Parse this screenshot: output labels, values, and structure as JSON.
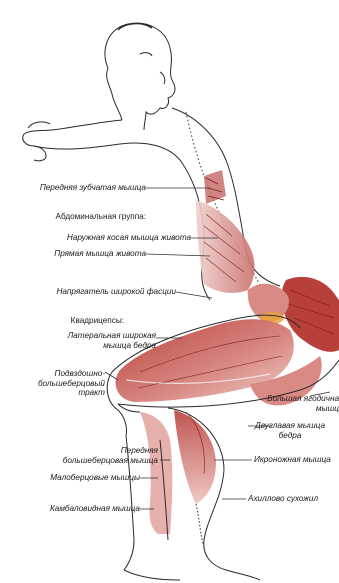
{
  "labels": {
    "serratus": "Передняя зубчатая мышца",
    "abdominal_group": "Абдоминальная группа:",
    "external_oblique": "Наружная косая мышца живота",
    "rectus_abdominis": "Прямая мышца живота",
    "tfl": "Напрягатель широкой фасции",
    "quadriceps": "Квадрицепсы:",
    "vastus_lateralis_1": "Латеральная широкая",
    "vastus_lateralis_2": "мышца бедра",
    "it_tract_1": "Подвздошно-",
    "it_tract_2": "большеберцовый",
    "it_tract_3": "тракт",
    "gluteus_max_1": "Большая ягодична",
    "gluteus_max_2": "мышц",
    "biceps_femoris_1": "Двуглавая мышца",
    "biceps_femoris_2": "бедра",
    "tibialis_anterior_1": "Передняя",
    "tibialis_anterior_2": "большеберцовая мышца",
    "gastrocnemius": "Икроножная мышца",
    "peroneus": "Малоберцовые мышцы",
    "achilles": "Ахиллово сухожил",
    "soleus": "Камбаловидная мышца"
  },
  "colors": {
    "muscle_light": "#e8b7b4",
    "muscle_mid": "#c9706c",
    "muscle_dark": "#a8302c",
    "outline": "#2a2a2a",
    "leader": "#333333"
  }
}
